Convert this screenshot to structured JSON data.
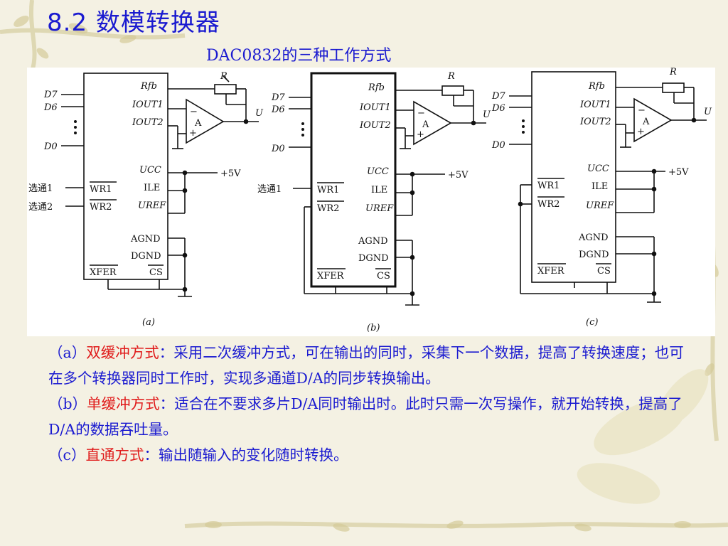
{
  "slide": {
    "title": "8.2 数模转换器",
    "subtitle": "DAC0832的三种工作方式"
  },
  "diagram": {
    "panels": [
      {
        "caption": "(a)",
        "left_pins": [
          "D7",
          "D6",
          "D0"
        ],
        "select_labels": [
          "选通1",
          "选通2"
        ],
        "right_pins": [
          "Rfb",
          "IOUT1",
          "IOUT2",
          "UCC",
          "ILE",
          "UREF"
        ],
        "inner_pins": [
          "WR1",
          "WR2",
          "AGND",
          "DGND",
          "XFER",
          "CS"
        ],
        "feedback_label": "R",
        "amp_label": "A",
        "output_label": "U",
        "supply_label": "+5V"
      },
      {
        "caption": "(b)",
        "left_pins": [
          "D7",
          "D6",
          "D0"
        ],
        "select_labels": [
          "选通1"
        ],
        "right_pins": [
          "Rfb",
          "IOUT1",
          "IOUT2",
          "UCC",
          "ILE",
          "UREF"
        ],
        "inner_pins": [
          "WR1",
          "WR2",
          "AGND",
          "DGND",
          "XFER",
          "CS"
        ],
        "feedback_label": "R",
        "amp_label": "A",
        "output_label": "U",
        "supply_label": "+5V"
      },
      {
        "caption": "(c)",
        "left_pins": [
          "D7",
          "D6",
          "D0"
        ],
        "select_labels": [],
        "right_pins": [
          "Rfb",
          "IOUT1",
          "IOUT2",
          "UCC",
          "ILE",
          "UREF"
        ],
        "inner_pins": [
          "WR1",
          "WR2",
          "AGND",
          "DGND",
          "XFER",
          "CS"
        ],
        "feedback_label": "R",
        "amp_label": "A",
        "output_label": "U",
        "supply_label": "+5V"
      }
    ]
  },
  "body": {
    "a_prefix": "（a）",
    "a_mode": "双缓冲方式",
    "a_text": "：采用二次缓冲方式，可在输出的同时，采集下一个数据，提高了转换速度；也可在多个转换器同时工作时，实现多通道D/A的同步转换输出。",
    "b_prefix": "（b）",
    "b_mode": "单缓冲方式",
    "b_text": "：适合在不要求多片D/A同时输出时。此时只需一次写操作，就开始转换，提高了D/A的数据吞吐量。",
    "c_prefix": "（c）",
    "c_mode": "直通方式",
    "c_text": "：输出随输入的变化随时转换。"
  },
  "colors": {
    "text_blue": "#1a1ad0",
    "highlight_red": "#e01a1a",
    "background": "#f4f1e3"
  }
}
